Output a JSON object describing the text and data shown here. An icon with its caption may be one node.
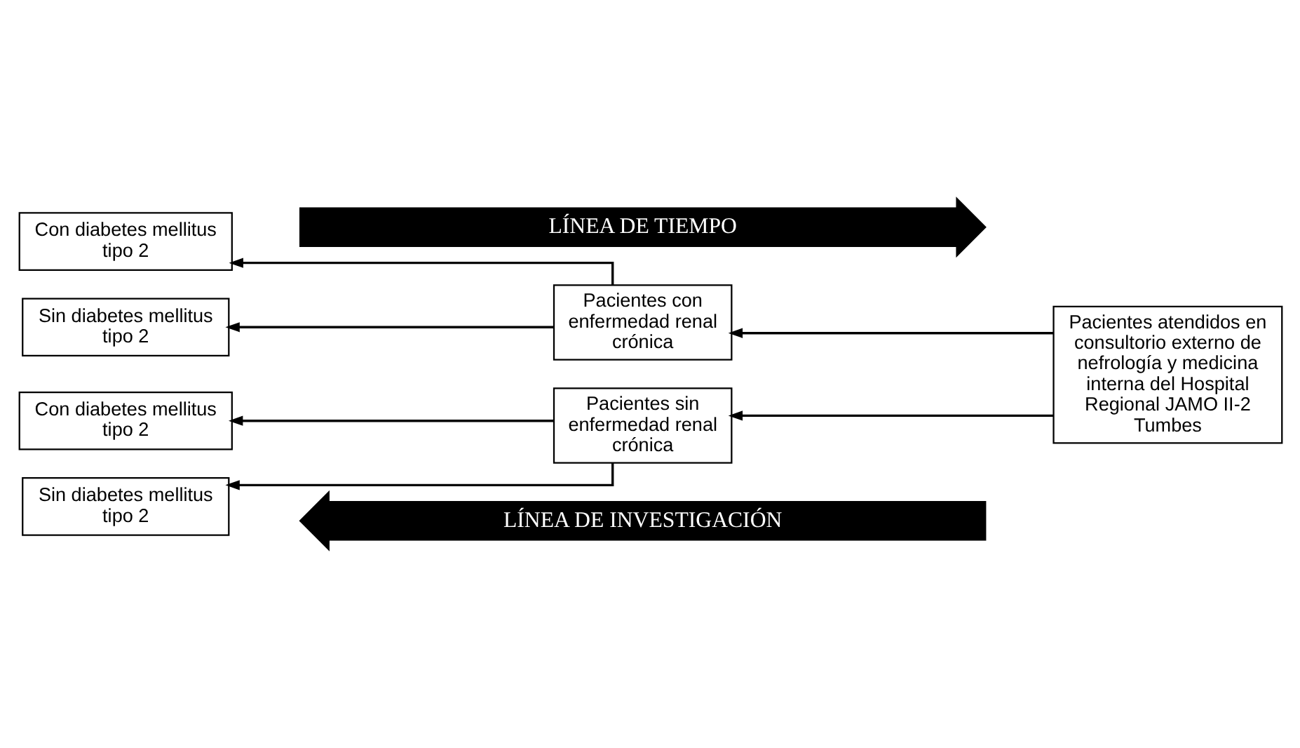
{
  "diagram": {
    "nodes": [
      {
        "text": [
          "LÍNEA DE TIEMPO"
        ]
      },
      {
        "text": [
          "Con diabetes mellitus tipo 2"
        ]
      },
      {
        "text": [
          "Sin diabetes mellitus tipo 2"
        ]
      },
      {
        "text": [
          "Pacientes con enfermedad renal crónica"
        ]
      },
      {
        "text": [
          "Pacientes atendidos en consultorio externo de nefrología y medicina interna del Hospital Regional JAMO II-2 Tumbes"
        ]
      },
      {
        "text": [
          "Con diabetes mellitus tipo 2"
        ]
      },
      {
        "text": [
          "Sin diabetes mellitus tipo 2"
        ]
      },
      {
        "text": [
          "Pacientes sin enfermedad renal crónica"
        ]
      },
      {
        "text": [
          "LÍNEA DE INVESTIGACIÓN"
        ]
      }
    ],
    "edges": [
      {
        "from": 4,
        "to": 3,
        "arrow": "to"
      },
      {
        "from": 4,
        "to": 7,
        "arrow": "to"
      },
      {
        "from": 3,
        "to": 1,
        "arrow": "to"
      },
      {
        "from": 3,
        "to": 2,
        "arrow": "to"
      },
      {
        "from": 7,
        "to": 5,
        "arrow": "to"
      },
      {
        "from": 7,
        "to": 6,
        "arrow": "to"
      }
    ]
  }
}
